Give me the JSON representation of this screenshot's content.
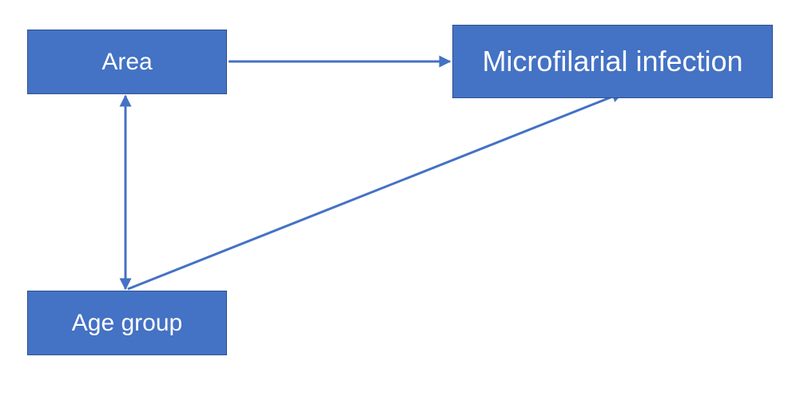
{
  "diagram": {
    "nodes": {
      "area": {
        "label": "Area"
      },
      "outcome": {
        "label": "Microfilarial infection"
      },
      "age_group": {
        "label": "Age group"
      }
    },
    "edges": [
      {
        "from": "Area",
        "to": "Microfilarial infection",
        "direction": "forward"
      },
      {
        "from": "Area",
        "to": "Age group",
        "direction": "bidirectional"
      },
      {
        "from": "Age group",
        "to": "Microfilarial infection",
        "direction": "forward"
      }
    ],
    "colors": {
      "node_fill": "#4472C4",
      "node_border": "#2F528F",
      "edge": "#4472C4",
      "text": "#FFFFFF"
    }
  }
}
